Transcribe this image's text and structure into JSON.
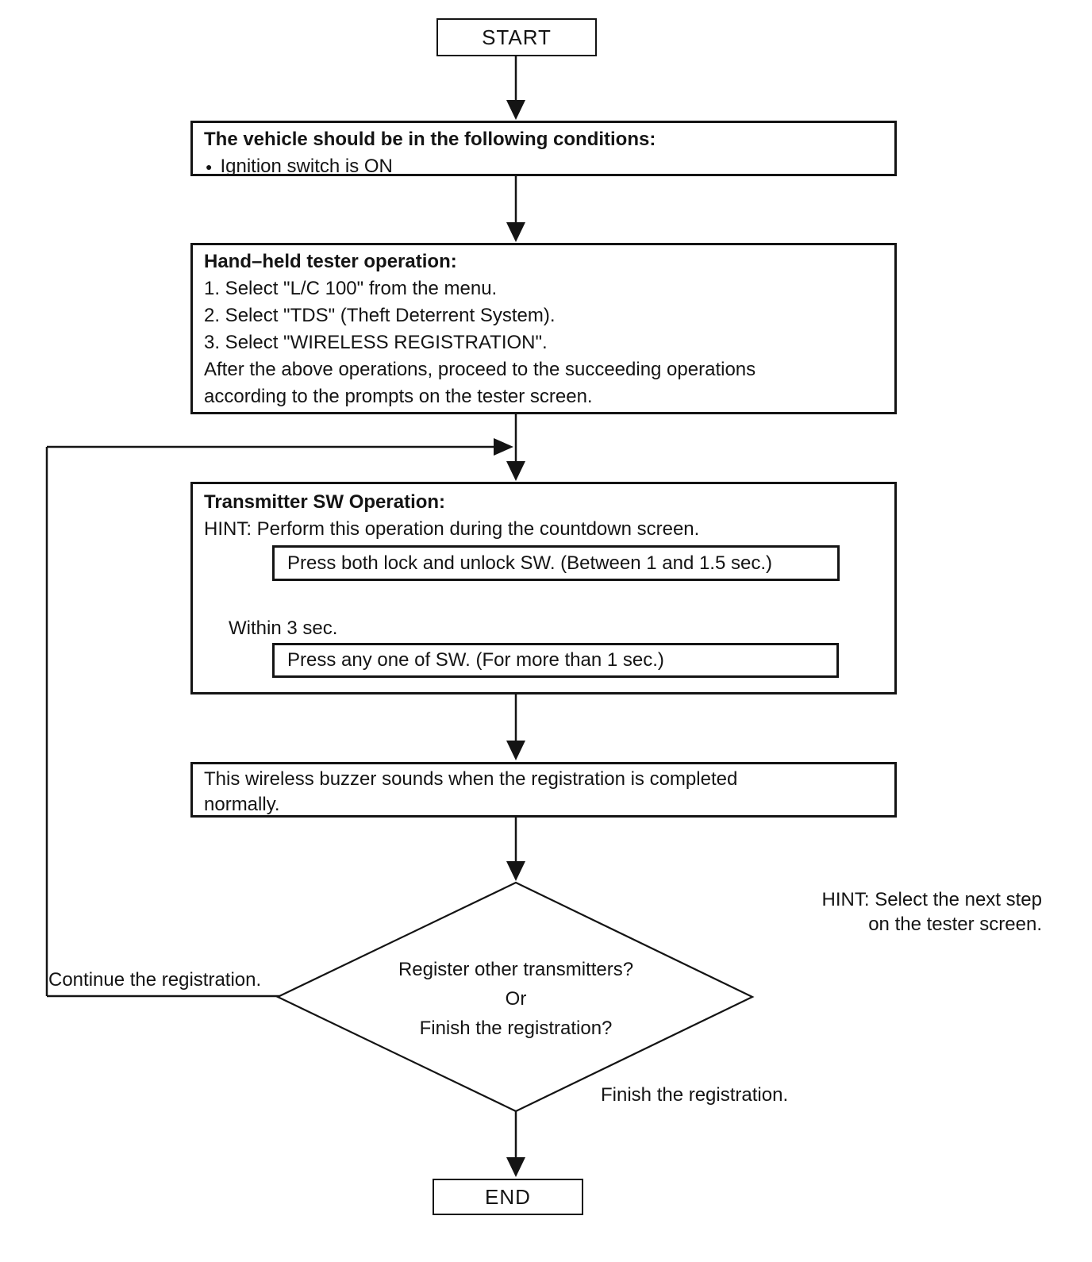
{
  "canvas": {
    "background": "#ffffff",
    "line_color": "#141414"
  },
  "nodes": {
    "start": {
      "label": "START"
    },
    "conditions": {
      "title": "The vehicle should be in the following conditions:",
      "bullet": "●",
      "item": "Ignition switch is ON"
    },
    "tester": {
      "title": "Hand–held tester operation:",
      "lines": [
        "1. Select \"L/C 100\" from the menu.",
        "2. Select \"TDS\" (Theft Deterrent System).",
        "3. Select \"WIRELESS REGISTRATION\".",
        "After the above operations, proceed to the succeeding operations",
        "according to the prompts on the tester screen."
      ]
    },
    "transmitter": {
      "title": "Transmitter SW Operation:",
      "hint": "HINT: Perform this operation during the countdown screen.",
      "step1": "Press both lock and unlock SW. (Between 1 and 1.5 sec.)",
      "step2": "Press any one of SW. (For more than 1 sec.)",
      "within": "Within 3 sec."
    },
    "buzzer": {
      "lines": [
        "This wireless buzzer sounds when the registration is completed",
        "normally."
      ]
    },
    "decision": {
      "lines": [
        "Register other transmitters?",
        "Or",
        "Finish the registration?"
      ]
    },
    "end": {
      "label": "END"
    }
  },
  "labels": {
    "hint_right": {
      "lines": [
        "HINT: Select the next step",
        "on the tester screen."
      ]
    },
    "continue_branch": "Continue the registration.",
    "finish_branch": "Finish the registration."
  }
}
